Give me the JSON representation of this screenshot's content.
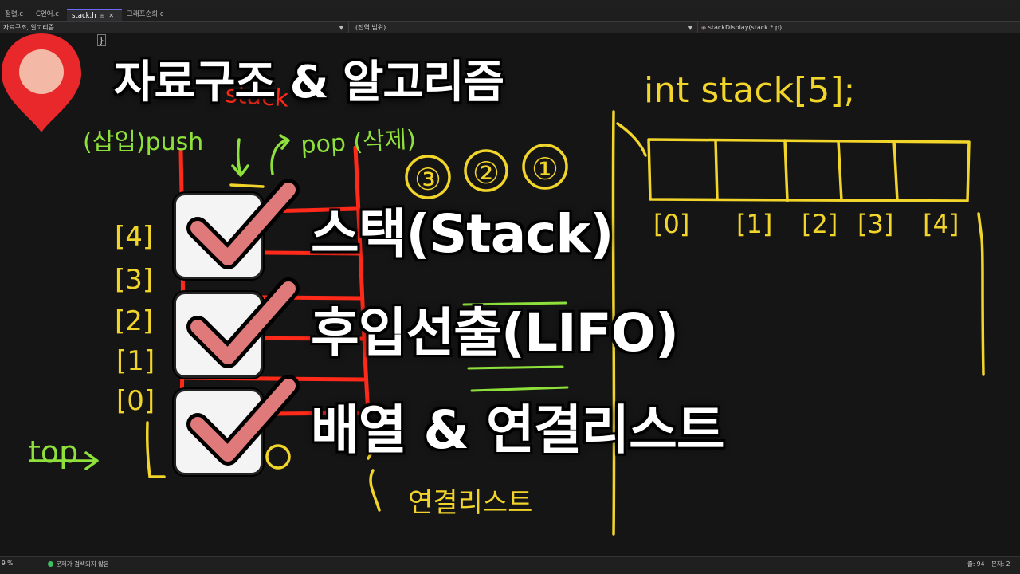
{
  "ide": {
    "tabs": [
      {
        "label": "정렬.c",
        "active": false
      },
      {
        "label": "C언어.c",
        "active": false
      },
      {
        "label": "stack.h",
        "active": true
      },
      {
        "label": "그래프순회.c",
        "active": false
      }
    ],
    "nav": {
      "project": "자료구조, 알고리즘",
      "scope": "(전역 범위)",
      "member": "stackDisplay(stack * p)"
    },
    "code_line": "}",
    "status": {
      "zoom": "9 %",
      "issues": "문제가 검색되지 않음",
      "line": "줄: 94",
      "char": "문자: 2"
    }
  },
  "overlay": {
    "title": "자료구조 & 알고리즘",
    "checklist": [
      "스택(Stack)",
      "후입선출(LIFO)",
      "배열 & 연결리스트"
    ]
  },
  "handwriting": {
    "declaration": "int stack[5];",
    "stack_label": "stack",
    "push_label": "(삽입)push",
    "pop_label": "pop (삭제)",
    "order_numbers": [
      "③",
      "②",
      "①"
    ],
    "left_indices": [
      "[4]",
      "[3]",
      "[2]",
      "[1]",
      "[0]"
    ],
    "array_indices": [
      "[0]",
      "[1]",
      "[2]",
      "[3]",
      "[4]"
    ],
    "top_label": "top",
    "linked_list_label": "연결리스트"
  },
  "colors": {
    "yellow": "#f2d52a",
    "green": "#8ee03a",
    "red": "#ff2a1a",
    "pin": "#e8282b",
    "check": "#e07a7a"
  }
}
